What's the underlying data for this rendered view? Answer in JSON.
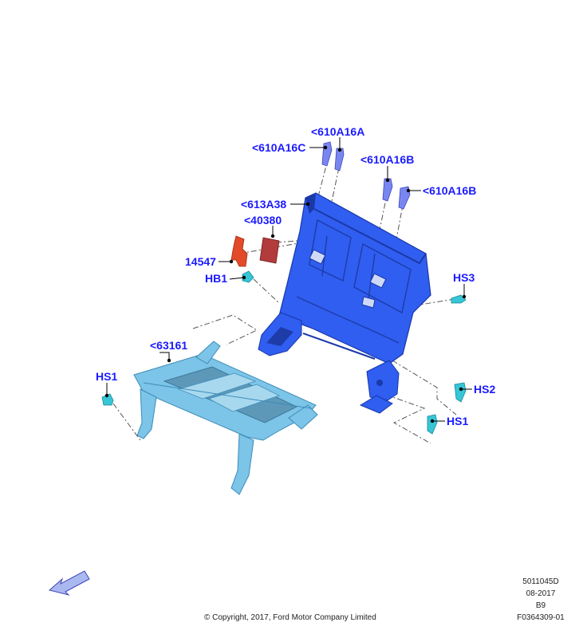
{
  "callouts": {
    "c610A16A": "<610A16A",
    "c610A16C": "<610A16C",
    "c610A16B_top": "<610A16B",
    "c610A16B_side": "<610A16B",
    "c613A38": "<613A38",
    "c40380": "<40380",
    "c14547": "14547",
    "hb1": "HB1",
    "hs3": "HS3",
    "c63161": "<63161",
    "hs1_left": "HS1",
    "hs2": "HS2",
    "hs1_right": "HS1"
  },
  "footer": {
    "copyright": "© Copyright, 2017, Ford Motor Company Limited",
    "doc_code": "5011045D",
    "date": "08-2017",
    "revision": "B9",
    "figure_id": "F0364309-01"
  },
  "colors": {
    "callout_text": "#1a1aff",
    "seatback": "#2f5ef0",
    "frame": "#7cc4e8",
    "bracket_red": "#e24a2a",
    "pad_red": "#b23b3b",
    "bolt_blue": "#7a86f0",
    "fastener_cyan": "#36c6d6"
  },
  "icons": {
    "orientation_arrow": "direction-arrow-icon"
  }
}
